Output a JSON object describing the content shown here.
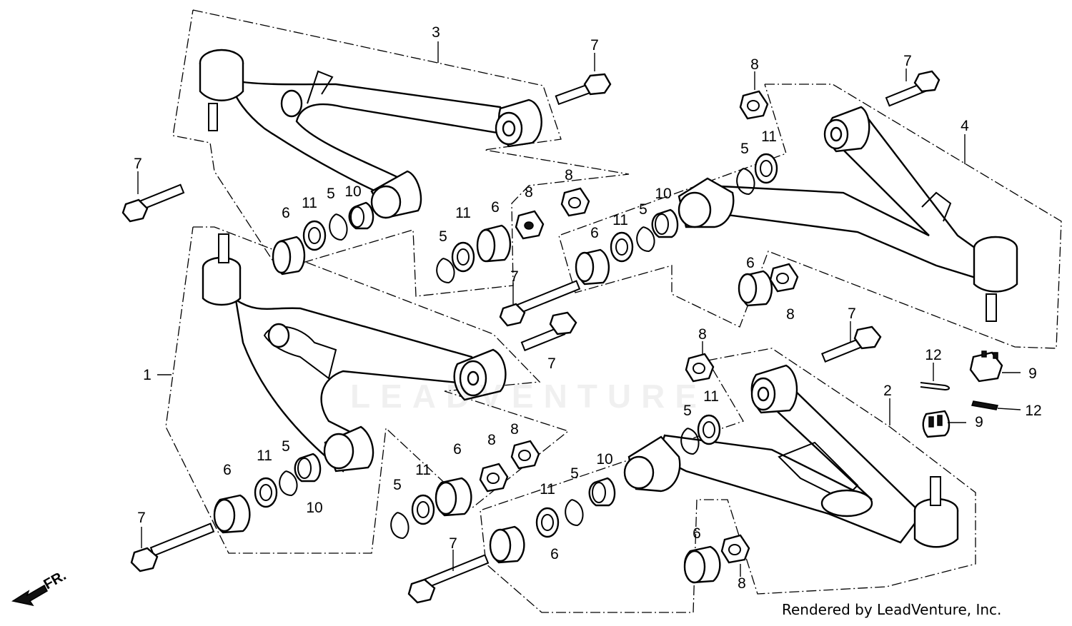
{
  "diagram": {
    "watermark": "LEADVENTURE",
    "credit": "Rendered by LeadVenture, Inc.",
    "direction_label": "FR.",
    "callouts": {
      "c1": "1",
      "c2": "2",
      "c3": "3",
      "c4": "4",
      "c5": "5",
      "c6": "6",
      "c7": "7",
      "c8": "8",
      "c9": "9",
      "c10": "10",
      "c11": "11",
      "c12": "12"
    }
  }
}
